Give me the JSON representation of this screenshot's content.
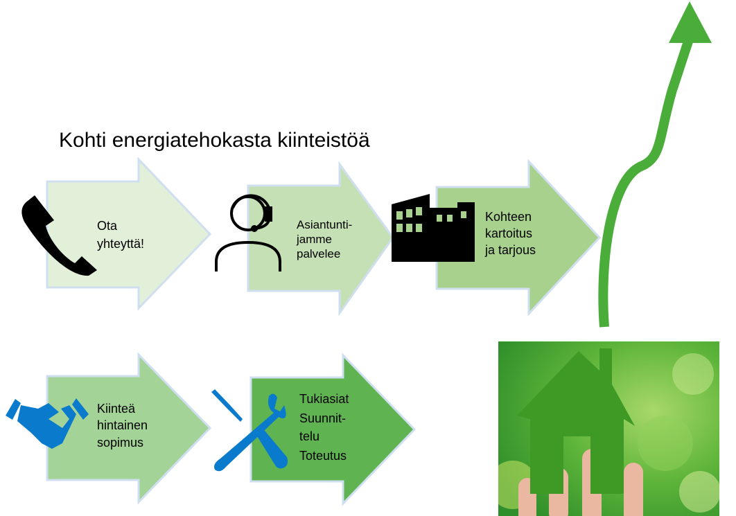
{
  "title": "Kohti energiatehokasta kiinteistöä",
  "colors": {
    "step1": "#e2f0d9",
    "step2": "#c5e0b4",
    "step3": "#a9d18e",
    "step4": "#a3d397",
    "step5": "#5fb350",
    "icon_blue": "#0a7bcc",
    "growth_arrow": "#4aad3a"
  },
  "steps": [
    {
      "icon": "phone-icon",
      "lines": [
        "Ota",
        "yhteyttä!"
      ]
    },
    {
      "icon": "headset-person-icon",
      "lines": [
        "Asiantunti-",
        "jamme",
        "palvelee"
      ]
    },
    {
      "icon": "building-icon",
      "lines": [
        "Kohteen",
        "kartoitus",
        "ja tarjous"
      ]
    },
    {
      "icon": "handshake-icon",
      "lines": [
        "Kiinteä",
        "hintainen",
        "sopimus"
      ]
    },
    {
      "icon": "tools-icon",
      "lines": [
        "Tukiasiat",
        "Suunnit-",
        "telu",
        "Toteutus"
      ]
    }
  ]
}
